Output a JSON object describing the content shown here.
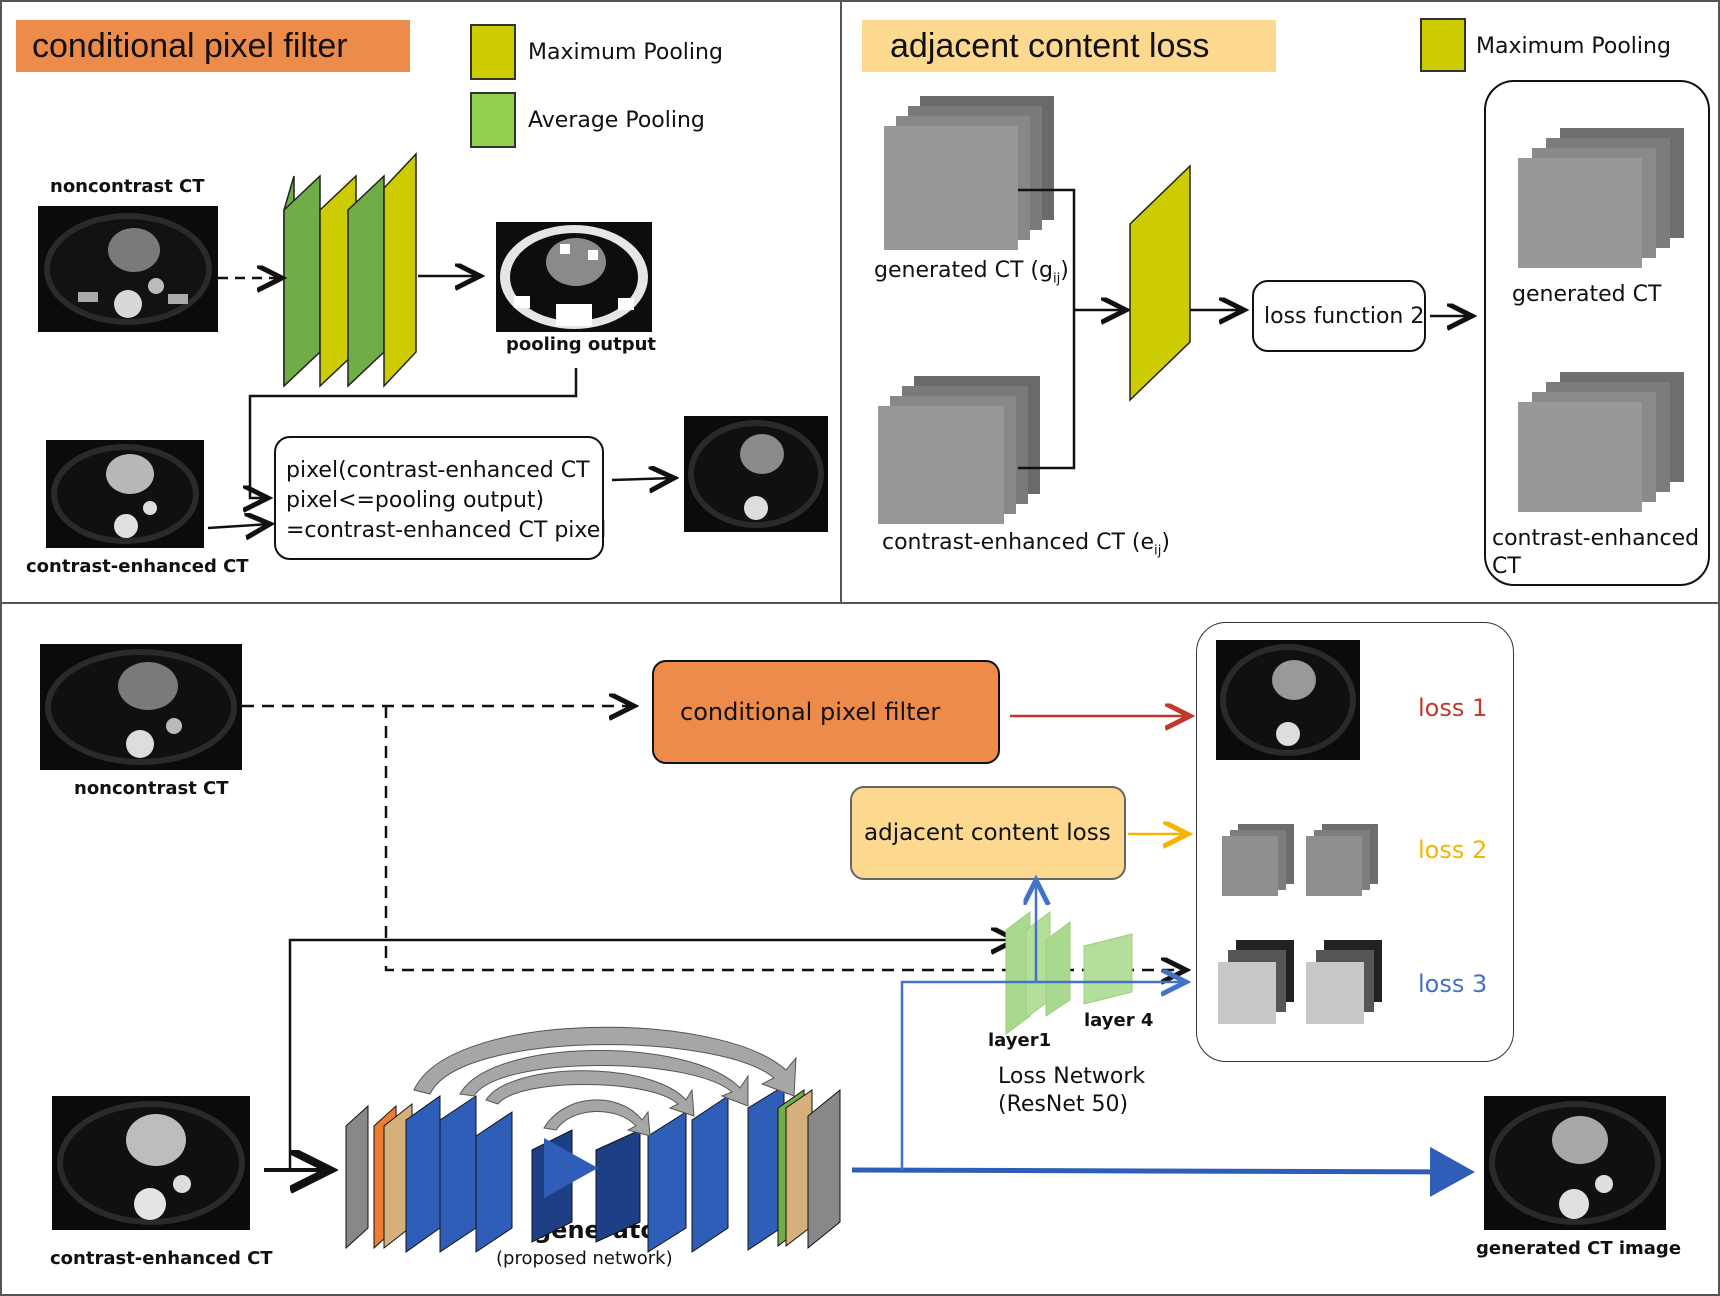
{
  "panel_a": {
    "title": "conditional pixel filter",
    "legend": [
      {
        "label": "Maximum Pooling",
        "color": "#cccc00"
      },
      {
        "label": "Average Pooling",
        "color": "#92d050"
      }
    ],
    "noncontrast_label": "noncontrast CT",
    "pooling_output_label": "pooling output",
    "contrast_label": "contrast-enhanced CT",
    "rule_line1": "pixel(contrast-enhanced CT",
    "rule_line2": "pixel<=pooling output)",
    "rule_line3": "=contrast-enhanced CT pixel"
  },
  "panel_b": {
    "title": "adjacent content loss",
    "legend": [
      {
        "label": "Maximum Pooling",
        "color": "#cccc00"
      }
    ],
    "generated_label": "generated CT (g",
    "generated_sub": "ij",
    "generated_close": ")",
    "enhanced_label": "contrast-enhanced CT (e",
    "enhanced_sub": "ij",
    "enhanced_close": ")",
    "loss_function": "loss function 2",
    "out_generated": "generated CT",
    "out_enhanced_line1": "contrast-enhanced",
    "out_enhanced_line2": "CT"
  },
  "panel_c": {
    "noncontrast_label": "noncontrast CT",
    "contrast_label": "contrast-enhanced CT",
    "cpf_box": "conditional pixel filter",
    "acl_box": "adjacent content loss",
    "loss1": "loss 1",
    "loss2": "loss 2",
    "loss3": "loss 3",
    "layer1": "layer1",
    "layer4": "layer 4",
    "loss_network_line1": "Loss Network",
    "loss_network_line2": "(ResNet 50)",
    "generator": "generator",
    "generator_sub": "(proposed network)",
    "output_label": "generated CT image"
  },
  "colors": {
    "cpf_orange": "#ed8b4a",
    "acl_yellow": "#fdd98f",
    "max_pool": "#cccc00",
    "avg_pool": "#92d050",
    "loss1": "#c0392b",
    "loss2": "#f4b400",
    "loss3": "#4472c4",
    "gen_blue": "#2f5eb8"
  }
}
